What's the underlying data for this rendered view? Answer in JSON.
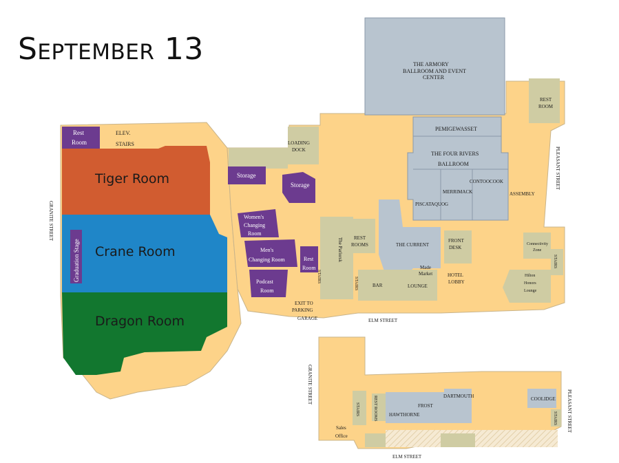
{
  "title": "September 13",
  "rooms": {
    "tiger": "Tiger Room",
    "crane": "Crane Room",
    "dragon": "Dragon Room",
    "graduation_stage": "Graduation Stage",
    "rest_room_top_left_1": "Rest",
    "rest_room_top_left_2": "Room",
    "elev_1": "ELEV.",
    "elev_2": "STAIRS",
    "storage_1": "Storage",
    "storage_2": "Storage",
    "womens_1": "Women's",
    "womens_2": "Changing",
    "womens_3": "Room",
    "mens_1": "Men's",
    "mens_2": "Changing Room",
    "podcast_1": "Podcast",
    "podcast_2": "Room",
    "rest_room_mid_1": "Rest",
    "rest_room_mid_2": "Room",
    "loading_1": "LOADING",
    "loading_2": "DOCK",
    "armory_1": "THE ARMORY",
    "armory_2": "BALLROOM  AND  EVENT",
    "armory_3": "CENTER",
    "rest_room_right_1": "REST",
    "rest_room_right_2": "ROOM",
    "pemigewasset": "PEMIGEWASSET",
    "four_rivers": "THE FOUR RIVERS",
    "ballroom": "BALLROOM",
    "merrimack": "MERRIMACK",
    "contoocook": "CONTOOCOOK",
    "piscataquog": "PISCATAQUOG",
    "assembly": "ASSEMBLY",
    "the_current": "THE CURRENT",
    "front_desk_1": "FRONT",
    "front_desk_2": "DESK",
    "rest_rooms_mid_1": "REST",
    "rest_rooms_mid_2": "ROOMS",
    "the_parlor": "The Parlorsk",
    "made_market_1": "Made",
    "made_market_2": "Market",
    "hotel_lobby_1": "HOTEL",
    "hotel_lobby_2": "LOBBY",
    "lounge": "LOUNGE",
    "bar": "BAR",
    "stairs": "STAIRS",
    "connectivity_1": "Connectivity",
    "connectivity_2": "Zone",
    "hilton_1": "Hilton",
    "hilton_2": "Honors",
    "hilton_3": "Lounge",
    "exit_1": "EXIT TO",
    "exit_2": "PARKING",
    "exit_3": "GARAGE",
    "elm_street": "ELM STREET",
    "granite_street": "GRANITE  STREET",
    "pleasant_street": "PLEASANT  STREET",
    "sales_1": "Sales",
    "sales_2": "Office",
    "frost": "FROST",
    "dartmouth": "DARTMOUTH",
    "hawthorne": "HAWTHORNE",
    "coolidge": "COOLIDGE",
    "rest_rooms_low": "REST ROOMS",
    "stairs_vert": "STAIRS"
  },
  "colors": {
    "floor": "#fdd389",
    "floor_edge": "#c9b48a",
    "gray_room": "#b8c4cf",
    "khaki": "#cfcca3",
    "purple": "#6c3b8f",
    "tiger": "#d15c30",
    "crane": "#1f86c8",
    "dragon": "#12772f",
    "hatch": "#f2e6cf"
  }
}
